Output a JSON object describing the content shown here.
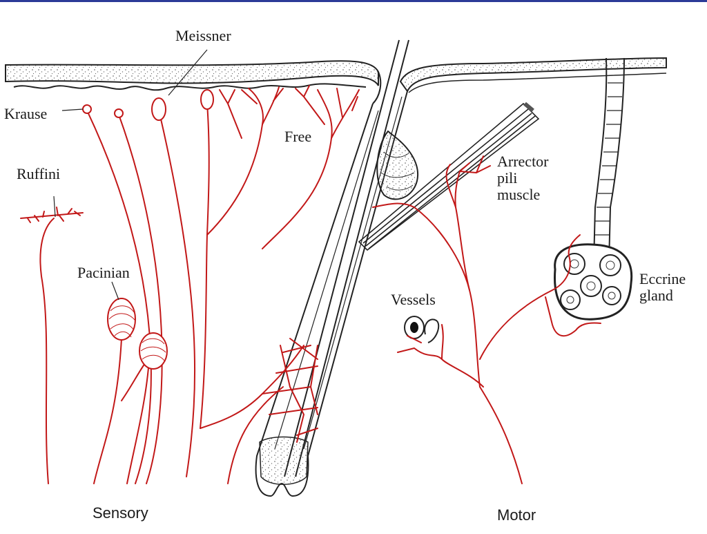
{
  "colors": {
    "top_bar": "#2b3a97",
    "nerve": "#c21818",
    "ink": "#1a1a1a",
    "background": "#ffffff"
  },
  "labels": {
    "meissner": "Meissner",
    "krause": "Krause",
    "free": "Free",
    "ruffini": "Ruffini",
    "pacinian": "Pacinian",
    "arrector_line1": "Arrector",
    "arrector_line2": "pili",
    "arrector_line3": "muscle",
    "vessels": "Vessels",
    "eccrine_line1": "Eccrine",
    "eccrine_line2": "gland",
    "sensory": "Sensory",
    "motor": "Motor"
  }
}
